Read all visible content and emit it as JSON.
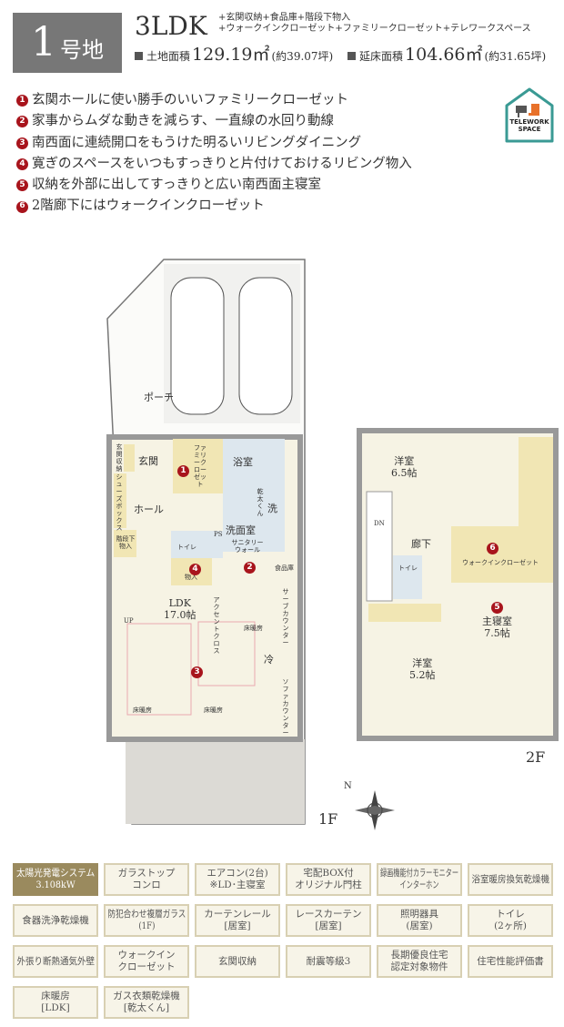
{
  "header": {
    "lot_number": "1",
    "lot_suffix": "号地",
    "plan": "3LDK",
    "extras_line1": "+玄関収納+食品庫+階段下物入",
    "extras_line2": "+ウォークインクローゼット+ファミリークローゼット+テレワークスペース",
    "land_area": {
      "label": "土地面積",
      "value": "129.19㎡",
      "tsubo": "(約39.07坪)"
    },
    "floor_area": {
      "label": "延床面積",
      "value": "104.66㎡",
      "tsubo": "(約31.65坪)"
    }
  },
  "features": [
    {
      "num": "1",
      "text": "玄関ホールに使い勝手のいいファミリークローゼット"
    },
    {
      "num": "2",
      "text": "家事からムダな動きを減らす、一直線の水回り動線"
    },
    {
      "num": "3",
      "text": "南西面に連続開口をもうけた明るいリビングダイニング"
    },
    {
      "num": "4",
      "text": "寛ぎのスペースをいつもすっきりと片付けておけるリビング物入"
    },
    {
      "num": "5",
      "text": "収納を外部に出してすっきりと広い南西面主寝室"
    },
    {
      "num": "6",
      "text": "2階廊下にはウォークインクローゼット"
    }
  ],
  "telework_badge": {
    "line1": "TELEWORK",
    "line2": "SPACE",
    "color": "#3a9a94",
    "icon": "desk-chair-icon"
  },
  "floor1": {
    "label": "1F",
    "rooms": {
      "porch": "ポーチ",
      "entrance": "玄関",
      "entrance_storage": "玄関収納",
      "shoes": "シューズボックス",
      "hall": "ホール",
      "family_closet": "ファミリークローゼット",
      "bath": "浴室",
      "washroom": "洗面室",
      "wash": "洗",
      "dryer": "乾太くん",
      "toilet": "トイレ",
      "ps": "PS",
      "sanitary": "サニタリーウォール",
      "storage": "物入",
      "under_stair": "階段下物入",
      "ldk": "LDK",
      "ldk_size": "17.0帖",
      "accent": "アクセントクロス",
      "floor_heat1": "床暖房",
      "floor_heat2": "床暖房",
      "floor_heat3": "床暖房",
      "fridge": "冷",
      "serve": "サーブカウンター",
      "sofa_counter": "ソファカウンター",
      "pantry": "食品庫",
      "up": "UP"
    }
  },
  "floor2": {
    "label": "2F",
    "rooms": {
      "western1": "洋室",
      "western1_size": "6.5帖",
      "hall": "廊下",
      "dn": "DN",
      "toilet": "トイレ",
      "wic": "ウォークインクローゼット",
      "master": "主寝室",
      "master_size": "7.5帖",
      "western2": "洋室",
      "western2_size": "5.2帖"
    }
  },
  "compass": {
    "label": "N"
  },
  "equipment": [
    {
      "l1": "太陽光発電システム",
      "l2": "3.108kW",
      "highlight": true
    },
    {
      "l1": "ガラストップ",
      "l2": "コンロ"
    },
    {
      "l1": "エアコン(2台)",
      "l2": "※LD･主寝室"
    },
    {
      "l1": "宅配BOX付",
      "l2": "オリジナル門柱"
    },
    {
      "l1": "録画機能付カラーモニター",
      "l2": "インターホン"
    },
    {
      "l1": "浴室暖房換気乾燥機",
      "l2": ""
    },
    {
      "l1": "食器洗浄乾燥機",
      "l2": ""
    },
    {
      "l1": "防犯合わせ複層ガラス",
      "l2": "(1F)"
    },
    {
      "l1": "カーテンレール",
      "l2": "[居室]"
    },
    {
      "l1": "レースカーテン",
      "l2": "[居室]"
    },
    {
      "l1": "照明器具",
      "l2": "(居室)"
    },
    {
      "l1": "トイレ",
      "l2": "(2ヶ所)"
    },
    {
      "l1": "外張り断熱通気外壁",
      "l2": ""
    },
    {
      "l1": "ウォークイン",
      "l2": "クローゼット"
    },
    {
      "l1": "玄関収納",
      "l2": ""
    },
    {
      "l1": "耐震等級3",
      "l2": ""
    },
    {
      "l1": "長期優良住宅",
      "l2": "認定対象物件"
    },
    {
      "l1": "住宅性能評価書",
      "l2": ""
    },
    {
      "l1": "床暖房",
      "l2": "[LDK]"
    },
    {
      "l1": "ガス衣類乾燥機",
      "l2": "[乾太くん]"
    }
  ]
}
